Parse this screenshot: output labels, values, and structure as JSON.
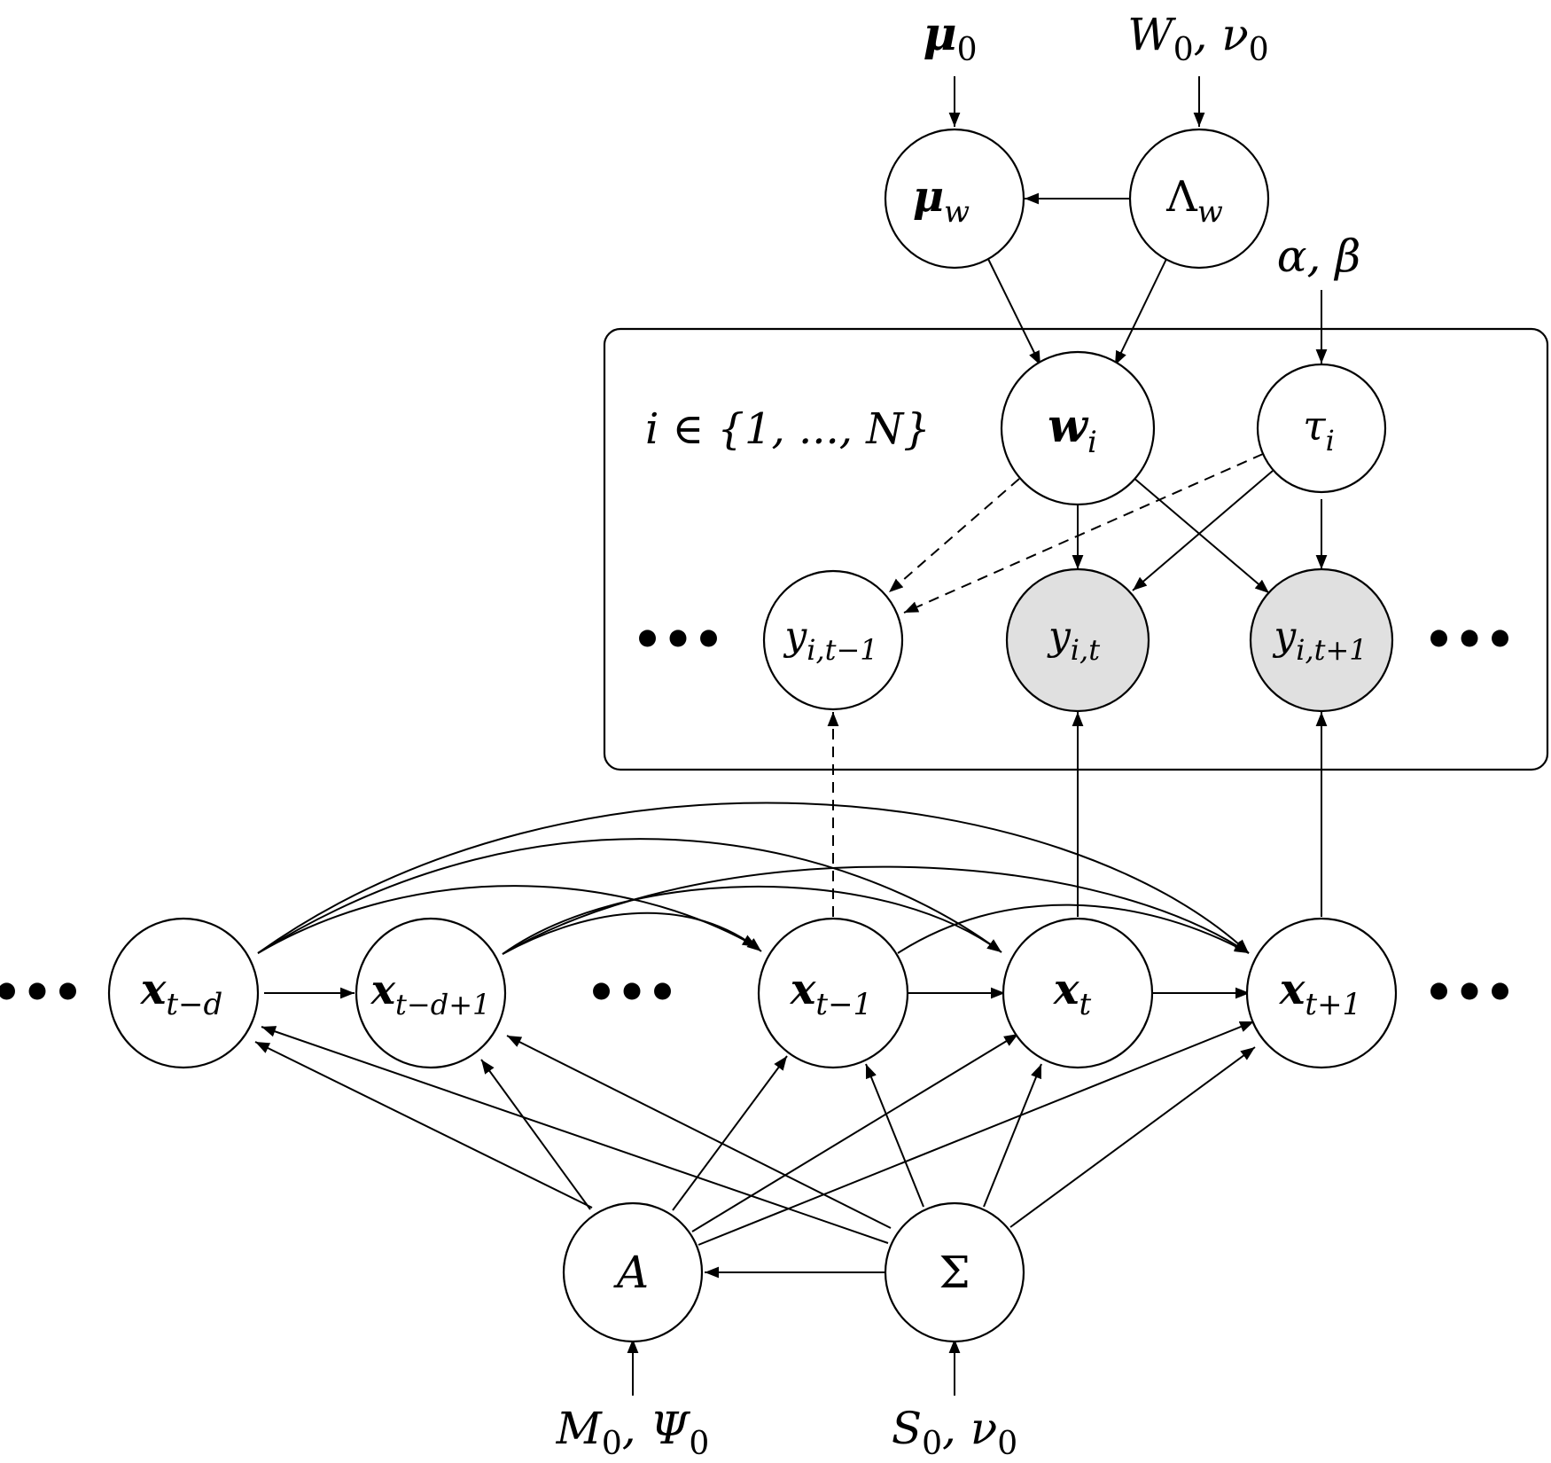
{
  "diagram": {
    "plate_label": {
      "main": "i ∈ {1, ..., N}"
    },
    "hyperparameters": {
      "mu0": {
        "main": "μ",
        "sub": "0"
      },
      "W0nu0": {
        "main": "W",
        "sub": "0",
        "tail": ", ν",
        "sub2": "0"
      },
      "alphabeta": {
        "main": "α, β"
      },
      "M0Psi0": {
        "main": "M",
        "sub": "0",
        "tail": ", Ψ",
        "sub2": "0"
      },
      "S0nu0": {
        "main": "S",
        "sub": "0",
        "tail": ", ν",
        "sub2": "0"
      }
    },
    "nodes": {
      "mu_w": {
        "main": "μ",
        "sub": "w",
        "observed": false
      },
      "Lambda_w": {
        "main": "Λ",
        "sub": "w",
        "observed": false
      },
      "w_i": {
        "main": "w",
        "sub": "i",
        "observed": false
      },
      "tau_i": {
        "main": "τ",
        "sub": "i",
        "observed": false
      },
      "y_tm1": {
        "main": "y",
        "sub": "i,t−1",
        "observed": false
      },
      "y_t": {
        "main": "y",
        "sub": "i,t",
        "observed": true
      },
      "y_tp1": {
        "main": "y",
        "sub": "i,t+1",
        "observed": true
      },
      "x_tmd": {
        "main": "x",
        "sub": "t−d",
        "observed": false
      },
      "x_tmd1": {
        "main": "x",
        "sub": "t−d+1",
        "observed": false
      },
      "x_tm1": {
        "main": "x",
        "sub": "t−1",
        "observed": false
      },
      "x_t": {
        "main": "x",
        "sub": "t",
        "observed": false
      },
      "x_tp1": {
        "main": "x",
        "sub": "t+1",
        "observed": false
      },
      "A": {
        "main": "A",
        "observed": false
      },
      "Sigma": {
        "main": "Σ",
        "observed": false
      }
    },
    "ellipsis": "•••",
    "colors": {
      "observed_fill": "#e0e0e0",
      "node_fill": "#ffffff",
      "stroke": "#000000"
    }
  }
}
